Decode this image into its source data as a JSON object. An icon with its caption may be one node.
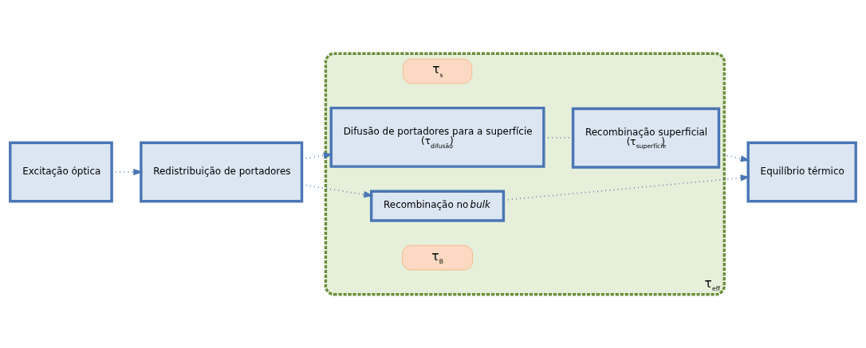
{
  "diagram": {
    "nodes": [
      {
        "text": [
          "Excitação óptica"
        ]
      },
      {
        "text": [
          "Redistribuição de portadores"
        ]
      },
      {
        "text": [
          "τ$_{eff}$"
        ]
      },
      {
        "text": [
          "τ$_{s}$"
        ],
        "in": 2
      },
      {
        "text": [
          "Difusão de portadores para a superfície",
          "(τ$_{difusão}$)"
        ],
        "in": 2
      },
      {
        "text": [
          "Recombinação superficial",
          "(τ$_{superfície}$)"
        ],
        "in": 2
      },
      {
        "text": [
          "Recombinação no *bulk*"
        ],
        "in": 2
      },
      {
        "text": [
          "τ$_{B}$"
        ],
        "in": 2
      },
      {
        "text": [
          "Equilíbrio térmico"
        ]
      }
    ],
    "edges": [
      {
        "from": 0,
        "to": 1,
        "arrow": "to"
      },
      {
        "from": 1,
        "to": 4,
        "arrow": "to"
      },
      {
        "from": 4,
        "to": 5,
        "arrow": "none"
      },
      {
        "from": 5,
        "to": 8,
        "arrow": "to"
      },
      {
        "from": 1,
        "to": 6,
        "arrow": "to"
      },
      {
        "from": 6,
        "to": 8,
        "arrow": "to"
      }
    ]
  }
}
